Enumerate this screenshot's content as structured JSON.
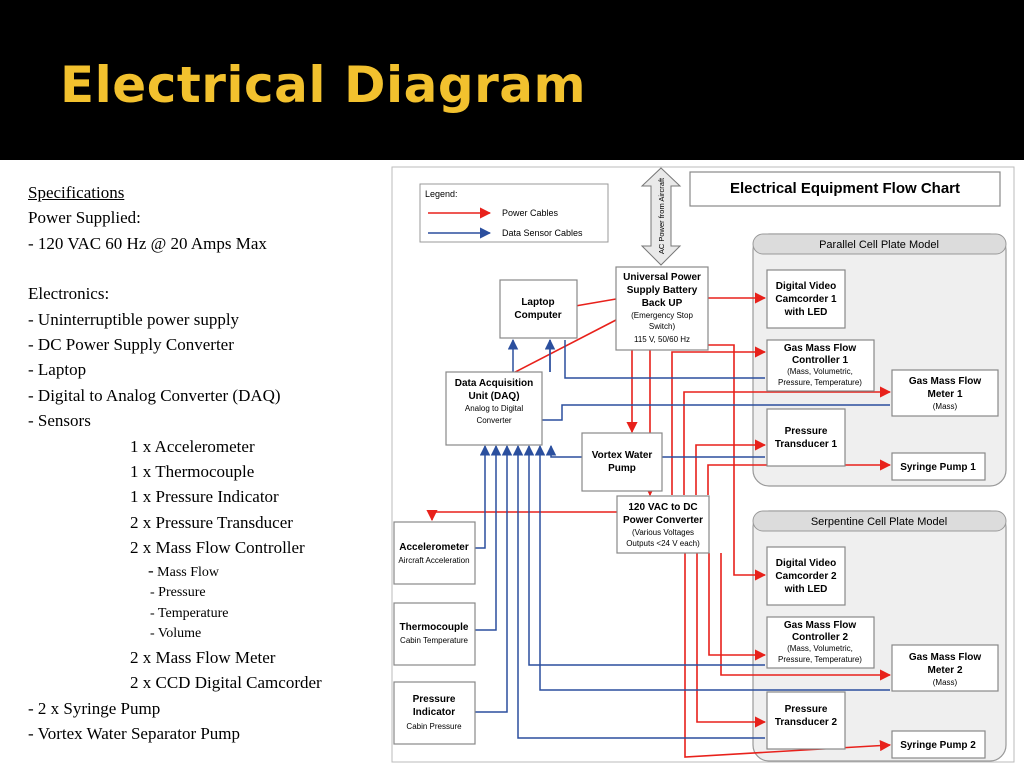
{
  "slide": {
    "title": "Electrical Diagram"
  },
  "specs": {
    "heading": "Specifications",
    "power_supplied_label": "Power Supplied:",
    "power_line": "- 120 VAC 60 Hz @ 20 Amps Max",
    "electronics_label": "Electronics:",
    "items": [
      "- Uninterruptible power supply",
      "- DC Power Supply Converter",
      "- Laptop",
      "- Digital to Analog Converter (DAQ)",
      "- Sensors"
    ],
    "sensors": [
      "1 x Accelerometer",
      "1 x Thermocouple",
      "1 x Pressure Indicator",
      "2 x Pressure Transducer",
      "2 x Mass Flow Controller"
    ],
    "mfc_dash": "-",
    "mfc_sub": [
      "Mass Flow",
      "- Pressure",
      "- Temperature",
      "- Volume"
    ],
    "sensors_more": [
      "2 x Mass Flow Meter",
      "2 x CCD Digital Camcorder"
    ],
    "items_more": [
      "- 2 x Syringe Pump",
      "- Vortex Water Separator Pump"
    ]
  },
  "diagram": {
    "chart_title": "Electrical Equipment Flow Chart",
    "legend": {
      "title": "Legend:",
      "power": "Power Cables",
      "data": "Data Sensor Cables",
      "power_color": "#e8211b",
      "data_color": "#2b4f9e"
    },
    "ac_label": "AC Power from Aircraft",
    "groups": {
      "parallel": "Parallel Cell Plate Model",
      "serpentine": "Serpentine Cell Plate Model"
    },
    "boxes": {
      "ups": [
        "Universal Power",
        "Supply Battery",
        "Back UP",
        "(Emergency Stop",
        "Switch)",
        "115 V, 50/60 Hz"
      ],
      "laptop": [
        "Laptop",
        "Computer"
      ],
      "daq": [
        "Data Acquisition",
        "Unit (DAQ)",
        "Analog to Digital",
        "Converter"
      ],
      "vortex": [
        "Vortex Water",
        "Pump"
      ],
      "converter": [
        "120 VAC to DC",
        "Power Converter",
        "(Various Voltages",
        "Outputs <24 V each)"
      ],
      "accel": [
        "Accelerometer",
        "Aircraft Acceleration"
      ],
      "thermo": [
        "Thermocouple",
        "Cabin Temperature"
      ],
      "pressure_ind": [
        "Pressure",
        "Indicator",
        "Cabin Pressure"
      ],
      "cam1": [
        "Digital Video",
        "Camcorder 1",
        "with LED"
      ],
      "mfc1": [
        "Gas Mass Flow",
        "Controller 1",
        "(Mass, Volumetric,",
        "Pressure, Temperature)"
      ],
      "mfm1": [
        "Gas Mass Flow",
        "Meter 1",
        "(Mass)"
      ],
      "pt1": [
        "Pressure",
        "Transducer 1"
      ],
      "syr1": [
        "Syringe Pump 1"
      ],
      "cam2": [
        "Digital Video",
        "Camcorder 2",
        "with LED"
      ],
      "mfc2": [
        "Gas Mass Flow",
        "Controller 2",
        "(Mass, Volumetric,",
        "Pressure, Temperature)"
      ],
      "mfm2": [
        "Gas Mass Flow",
        "Meter 2",
        "(Mass)"
      ],
      "pt2": [
        "Pressure",
        "Transducer 2"
      ],
      "syr2": [
        "Syringe Pump 2"
      ]
    }
  }
}
